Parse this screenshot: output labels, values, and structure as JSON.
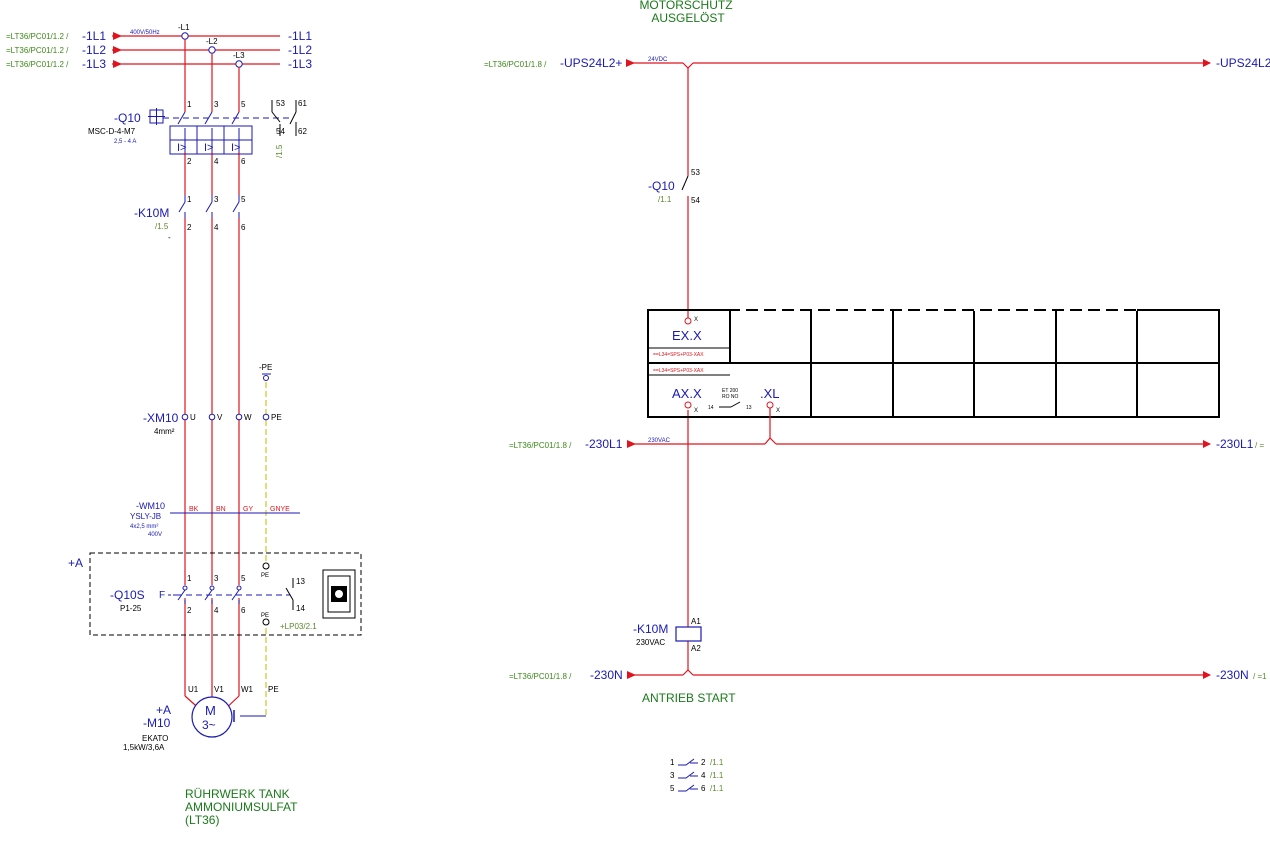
{
  "colors": {
    "wire": "#e0141e",
    "pe_wire": "#d4c227",
    "ref_green": "#3d8a1a",
    "title_green": "#1a7a1a",
    "label_blue": "#1a1ab4",
    "cross_ref": "#5a8a2a",
    "black": "#000000"
  },
  "mains": {
    "l1_src": "=LT36/PC01/1.2 /",
    "l1": "-1L1",
    "l2_src": "=LT36/PC01/1.2 /",
    "l2": "-1L2",
    "l3_src": "=LT36/PC01/1.2 /",
    "l3": "-1L3",
    "voltage": "400V/50Hz",
    "tap_l1": "-L1",
    "tap_l2": "-L2",
    "tap_l3": "-L3"
  },
  "q10": {
    "tag": "-Q10",
    "type": "MSC-D-4-M7",
    "range": "2,5 - 4 A",
    "trip": "I>",
    "pins_top": [
      "1",
      "3",
      "5"
    ],
    "pins_bot": [
      "2",
      "4",
      "6"
    ],
    "aux_top_a": "53",
    "aux_top_b": "61",
    "aux_bot_a": "54",
    "aux_bot_b": "62",
    "aux_ref": "/1.5"
  },
  "k10m_main": {
    "tag": "-K10M",
    "ref": "/1.5",
    "dash": "-",
    "pins_top": [
      "1",
      "3",
      "5"
    ],
    "pins_bot": [
      "2",
      "4",
      "6"
    ]
  },
  "pe_top": "-PE",
  "xm10": {
    "tag": "-XM10",
    "spec": "4mm²",
    "terms": [
      "U",
      "V",
      "W",
      "PE"
    ]
  },
  "wm10": {
    "tag": "-WM10",
    "type": "YSLY-JB",
    "spec": "4x2,5 mm²",
    "voltage": "400V",
    "cores": [
      "BK",
      "BN",
      "GY",
      "GNYE"
    ]
  },
  "q10s": {
    "location": "+A",
    "tag": "-Q10S",
    "type": "P1-25",
    "pins_top": [
      "1",
      "3",
      "5"
    ],
    "pins_bot": [
      "2",
      "4",
      "6"
    ],
    "pe_top": "PE",
    "pe_bot": "PE",
    "aux_top": "13",
    "aux_bot": "14",
    "aux_ref": "+LP03/2.1"
  },
  "m10": {
    "location": "+A",
    "tag": "-M10",
    "maker": "EKATO",
    "rating": "1,5kW/3,6A",
    "symbol": "M",
    "phase": "3~",
    "terms": [
      "U1",
      "V1",
      "W1",
      "PE"
    ]
  },
  "drive_title": {
    "line1": "RÜHRWERK TANK",
    "line2": "AMMONIUMSULFAT",
    "line3": "(LT36)"
  },
  "top_title": {
    "line1": "MOTORSCHUTZ",
    "line2": "AUSGELÖST"
  },
  "ups": {
    "src": "=LT36/PC01/1.8 /",
    "tag": "-UPS24L2+",
    "voltage": "24VDC",
    "out": "-UPS24L2"
  },
  "q10_aux": {
    "tag": "-Q10",
    "ref": "/1.1",
    "pin_top": "53",
    "pin_bot": "54"
  },
  "plc": {
    "ex_tag": "EX.X",
    "ex_pin": "X",
    "ex_ref": "==L34=SPS+P03-XAX",
    "ax_ref": "==L34=SPS+P03-XAX",
    "ax_tag": "AX.X",
    "ax_pin": "X",
    "et_line1": "ET 200",
    "et_line2": "RO NO",
    "et_pin_a": "14",
    "et_pin_b": "13",
    "xl_tag": ".XL",
    "xl_pin": "X"
  },
  "supply230": {
    "src": "=LT36/PC01/1.8 /",
    "tag": "-230L1",
    "voltage": "230VAC",
    "out": "-230L1",
    "out_ref": "/ ="
  },
  "k10m_coil": {
    "tag": "-K10M",
    "voltage": "230VAC",
    "pin_a": "A1",
    "pin_b": "A2"
  },
  "neutral": {
    "src": "=LT36/PC01/1.8 /",
    "tag": "-230N",
    "out": "-230N",
    "out_ref": "/ =1"
  },
  "antrieb": "ANTRIEB START",
  "contact_table": [
    {
      "a": "1",
      "b": "2",
      "ref": "/1.1"
    },
    {
      "a": "3",
      "b": "4",
      "ref": "/1.1"
    },
    {
      "a": "5",
      "b": "6",
      "ref": "/1.1"
    }
  ]
}
